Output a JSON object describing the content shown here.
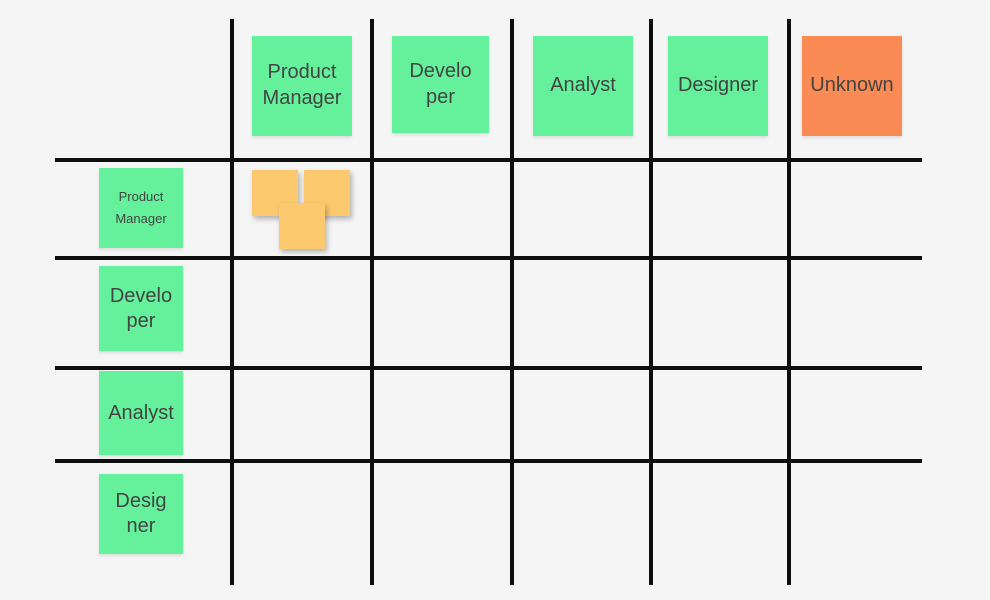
{
  "board": {
    "description_colors": {
      "background": "#F5F5F6",
      "grid_line": "#0E0E0E",
      "note_green": "#65F19B",
      "note_orange": "#FA8B55",
      "note_yellow": "#FDC96F",
      "note_text": "#434343"
    },
    "columns": [
      {
        "label": "Product\nManager",
        "color": "#65F19B"
      },
      {
        "label": "Develo\nper",
        "color": "#65F19B"
      },
      {
        "label": "Analyst",
        "color": "#65F19B"
      },
      {
        "label": "Designer",
        "color": "#65F19B"
      },
      {
        "label": "Unknown",
        "color": "#FA8B55"
      }
    ],
    "rows": [
      {
        "label": "Product\nManager",
        "color": "#65F19B"
      },
      {
        "label": "Develo\nper",
        "color": "#65F19B"
      },
      {
        "label": "Analyst",
        "color": "#65F19B"
      },
      {
        "label": "Desig\nner",
        "color": "#65F19B"
      }
    ],
    "cell_sticky_notes": {
      "row": "Product Manager",
      "column": "Product Manager",
      "count": 3,
      "color": "#FDC96F",
      "labels": [
        "",
        "",
        ""
      ]
    }
  }
}
